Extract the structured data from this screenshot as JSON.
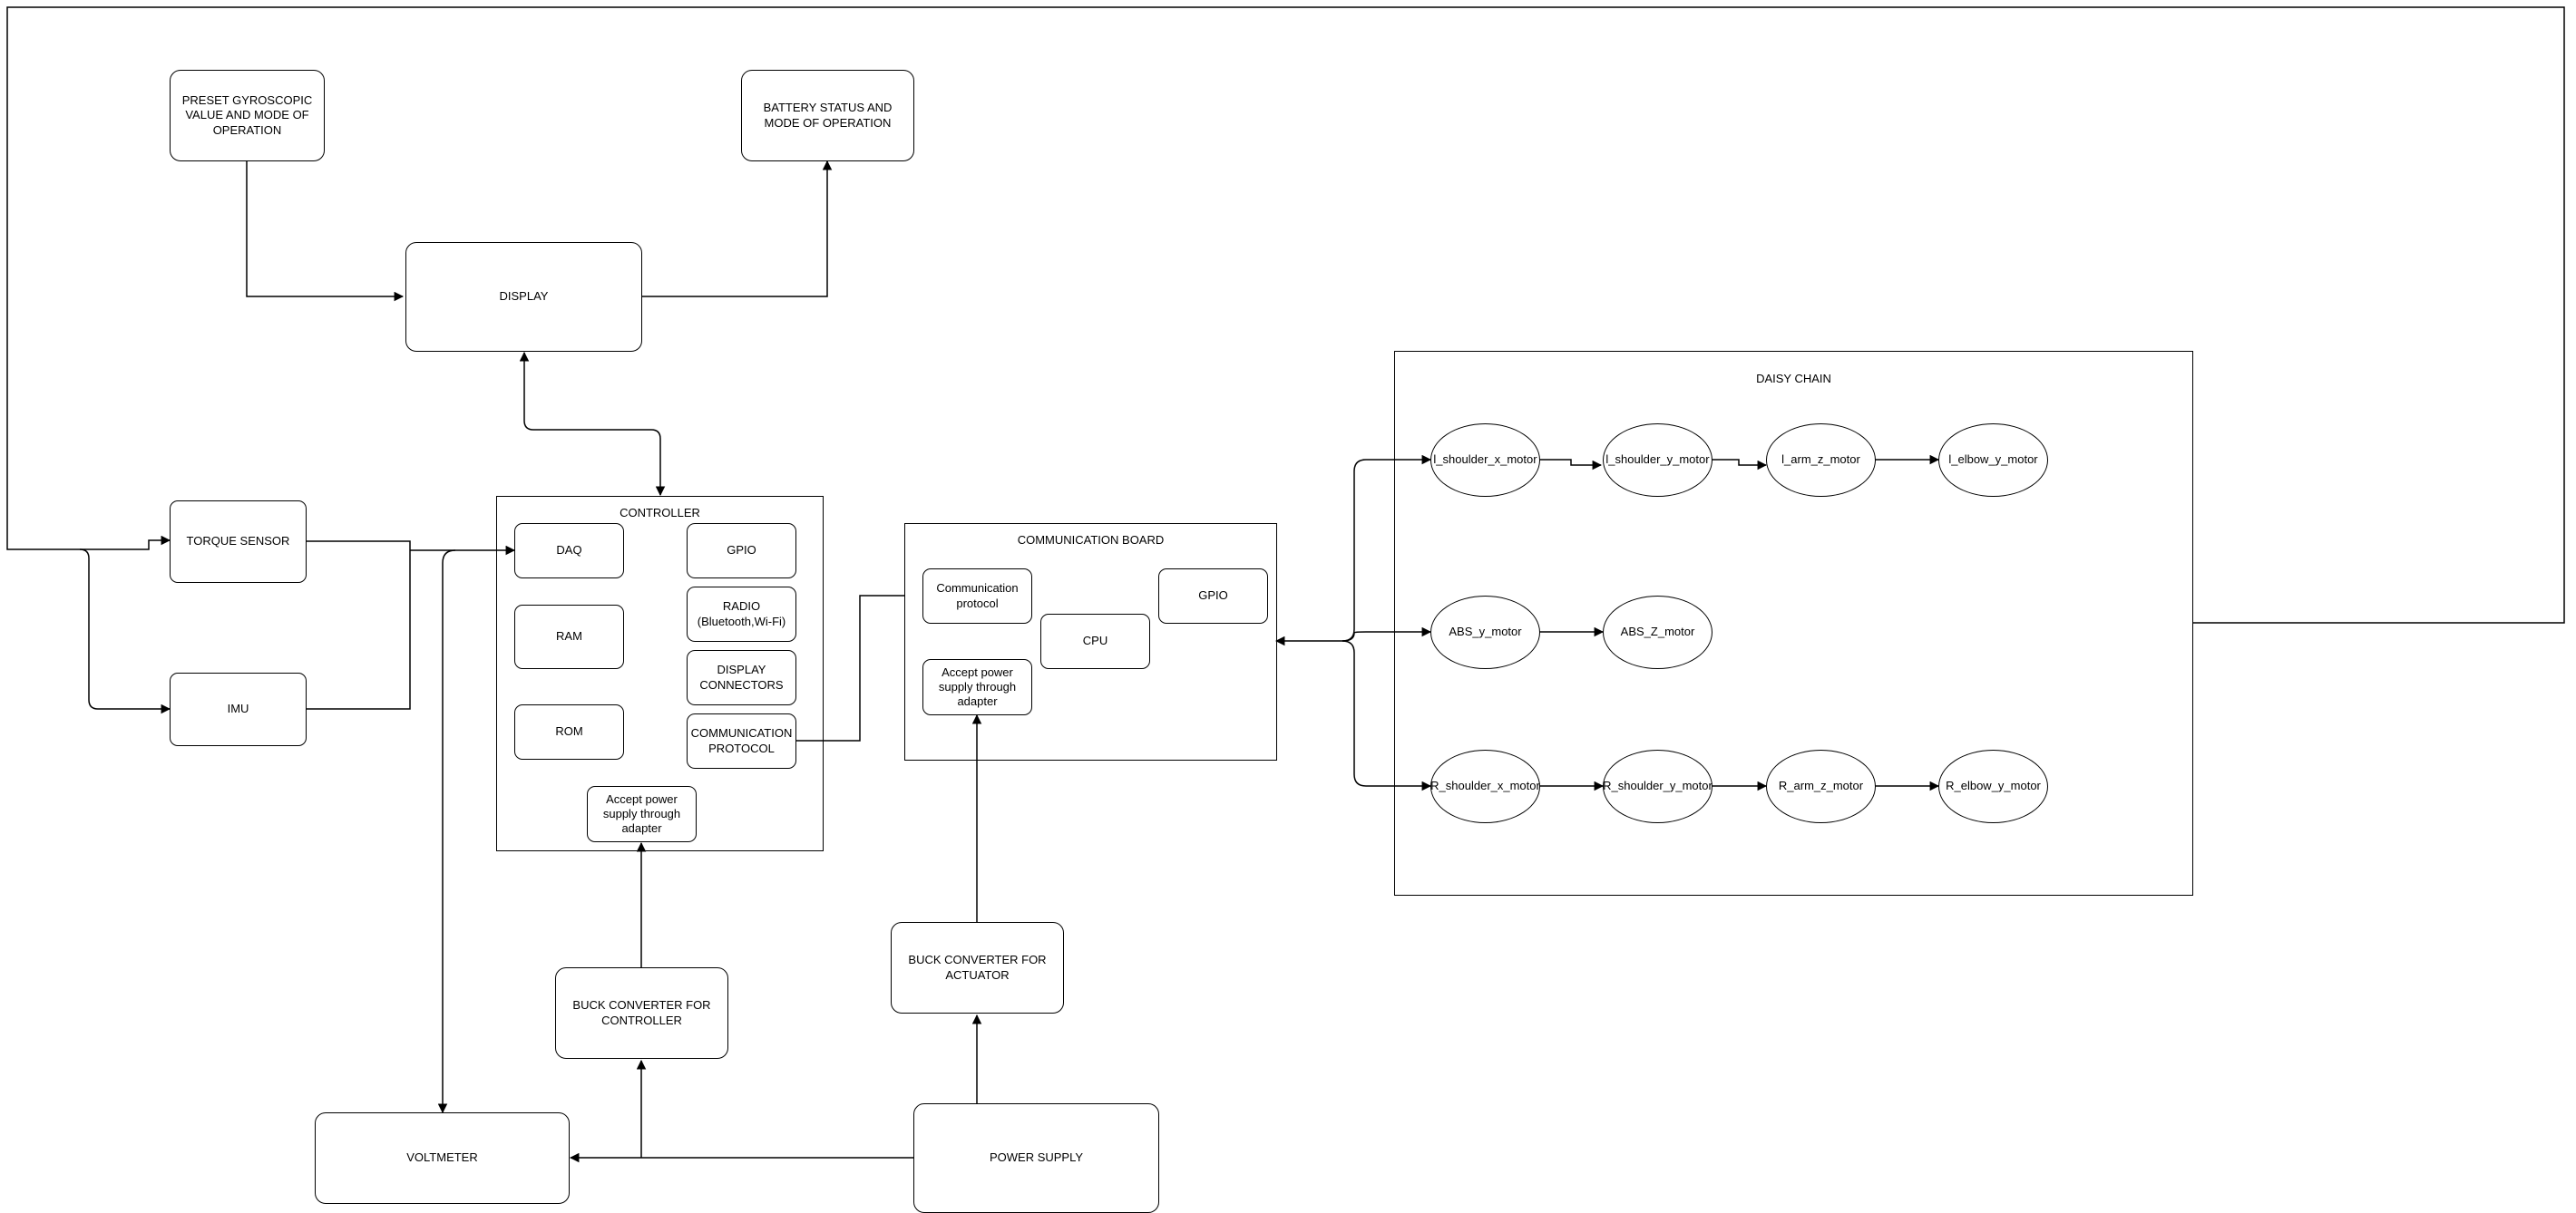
{
  "blocks": {
    "preset_gyro": "PRESET GYROSCOPIC VALUE AND MODE OF OPERATION",
    "battery_status": "BATTERY STATUS AND MODE OF OPERATION",
    "display": "DISPLAY",
    "torque_sensor": "TORQUE SENSOR",
    "imu": "IMU",
    "voltmeter": "VOLTMETER",
    "buck_controller": "BUCK CONVERTER FOR CONTROLLER",
    "buck_actuator": "BUCK CONVERTER FOR ACTUATOR",
    "power_supply": "POWER SUPPLY"
  },
  "controller": {
    "title": "CONTROLLER",
    "daq": "DAQ",
    "ram": "RAM",
    "rom": "ROM",
    "gpio": "GPIO",
    "radio": "RADIO (Bluetooth,Wi-Fi)",
    "display_connectors": "DISPLAY CONNECTORS",
    "communication_protocol": "COMMUNICATION PROTOCOL",
    "power_input": "Accept power supply through adapter"
  },
  "communication_board": {
    "title": "COMMUNICATION BOARD",
    "protocol": "Communication protocol",
    "cpu": "CPU",
    "gpio": "GPIO",
    "power_input": "Accept power supply through adapter"
  },
  "daisy_chain": {
    "title": "DAISY CHAIN",
    "row_left": [
      "l_shoulder_x_motor",
      "l_shoulder_y_motor",
      "l_arm_z_motor",
      "l_elbow_y_motor"
    ],
    "row_abs": [
      "ABS_y_motor",
      "ABS_Z_motor"
    ],
    "row_right": [
      "R_shoulder_x_motor",
      "R_shoulder_y_motor",
      "R_arm_z_motor",
      "R_elbow_y_motor"
    ]
  }
}
